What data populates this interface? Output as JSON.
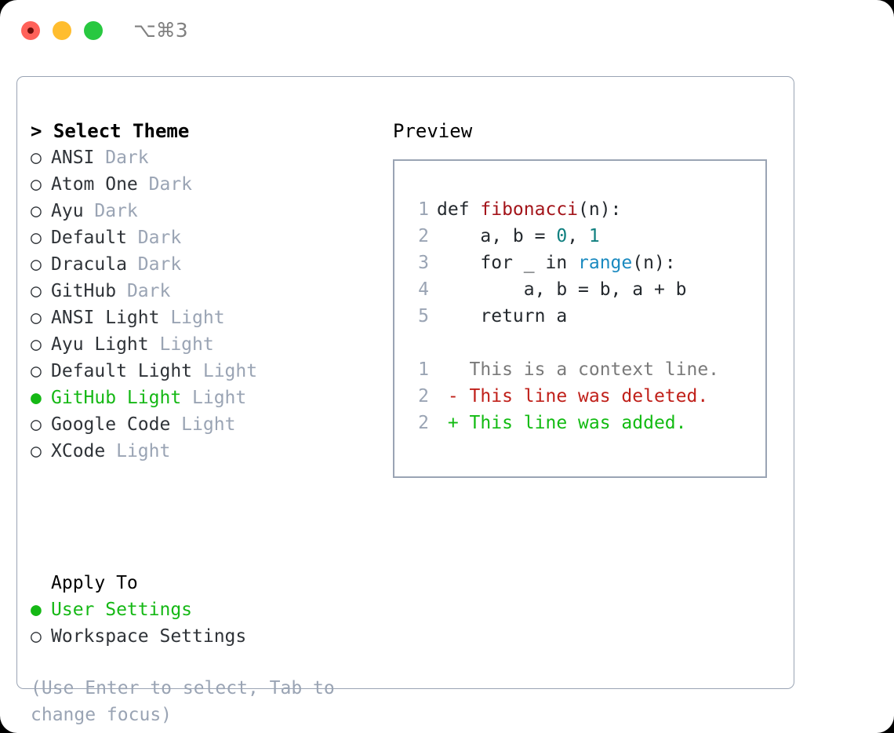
{
  "window": {
    "shortcut": "⌥⌘3",
    "traffic_lights": [
      {
        "name": "close",
        "color": "#ff6159"
      },
      {
        "name": "minimize",
        "color": "#ffbd2e"
      },
      {
        "name": "zoom",
        "color": "#28c840"
      }
    ]
  },
  "theme_picker": {
    "header": "> Select Theme",
    "bullet_unselected": "○",
    "bullet_selected": "●",
    "items": [
      {
        "name": "ANSI",
        "kind": "Dark",
        "selected": false
      },
      {
        "name": "Atom One",
        "kind": "Dark",
        "selected": false
      },
      {
        "name": "Ayu",
        "kind": "Dark",
        "selected": false
      },
      {
        "name": "Default",
        "kind": "Dark",
        "selected": false
      },
      {
        "name": "Dracula",
        "kind": "Dark",
        "selected": false
      },
      {
        "name": "GitHub",
        "kind": "Dark",
        "selected": false
      },
      {
        "name": "ANSI Light",
        "kind": "Light",
        "selected": false
      },
      {
        "name": "Ayu Light",
        "kind": "Light",
        "selected": false
      },
      {
        "name": "Default Light",
        "kind": "Light",
        "selected": false
      },
      {
        "name": "GitHub Light",
        "kind": "Light",
        "selected": true
      },
      {
        "name": "Google Code",
        "kind": "Light",
        "selected": false
      },
      {
        "name": "XCode",
        "kind": "Light",
        "selected": false
      }
    ]
  },
  "apply_to": {
    "header": "Apply To",
    "options": [
      {
        "label": "User Settings",
        "selected": true
      },
      {
        "label": "Workspace Settings",
        "selected": false
      }
    ]
  },
  "hint": "(Use Enter to select, Tab to change focus)",
  "preview": {
    "header": "Preview",
    "code_lines": [
      {
        "n": "1",
        "tokens": [
          {
            "t": "def ",
            "c": "plain"
          },
          {
            "t": "fibonacci",
            "c": "func"
          },
          {
            "t": "(n):",
            "c": "plain"
          }
        ]
      },
      {
        "n": "2",
        "tokens": [
          {
            "t": "    a, b = ",
            "c": "plain"
          },
          {
            "t": "0",
            "c": "num"
          },
          {
            "t": ", ",
            "c": "plain"
          },
          {
            "t": "1",
            "c": "num"
          }
        ]
      },
      {
        "n": "3",
        "tokens": [
          {
            "t": "    for _ in ",
            "c": "plain"
          },
          {
            "t": "range",
            "c": "call"
          },
          {
            "t": "(n):",
            "c": "plain"
          }
        ]
      },
      {
        "n": "4",
        "tokens": [
          {
            "t": "        a, b = b, a + b",
            "c": "plain"
          }
        ]
      },
      {
        "n": "5",
        "tokens": [
          {
            "t": "    return a",
            "c": "plain"
          }
        ]
      }
    ],
    "diff_lines": [
      {
        "n": "1",
        "marker": " ",
        "text": "This is a context line.",
        "kind": "context"
      },
      {
        "n": "2",
        "marker": "-",
        "text": "This line was deleted.",
        "kind": "del"
      },
      {
        "n": "2",
        "marker": "+",
        "text": "This line was added.",
        "kind": "add"
      }
    ]
  },
  "colors": {
    "accent_green": "#15b815",
    "muted": "#9aa4b4",
    "border": "#9aa4b4",
    "text": "#2f3338",
    "syntax_function": "#a3141a",
    "syntax_number": "#0f7f7f",
    "syntax_call": "#1a8ac0",
    "diff_deleted": "#c0201a",
    "diff_added": "#12bb12",
    "diff_context": "#7a7a7a"
  }
}
